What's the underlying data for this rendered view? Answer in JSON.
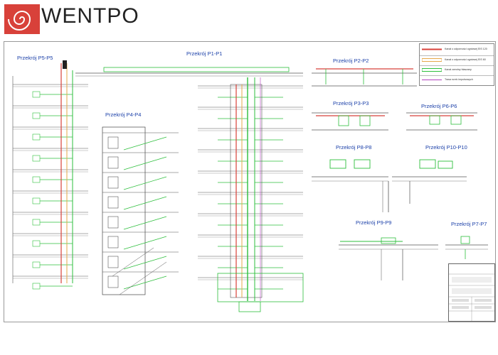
{
  "brand": {
    "name": "WENTPO",
    "color_accent": "#d8413a"
  },
  "sections": [
    {
      "id": "p5",
      "title": "Przekrój P5-P5"
    },
    {
      "id": "p1",
      "title": "Przekrój P1-P1"
    },
    {
      "id": "p4",
      "title": "Przekrój P4-P4"
    },
    {
      "id": "p2",
      "title": "Przekrój P2-P2"
    },
    {
      "id": "p3",
      "title": "Przekrój P3-P3"
    },
    {
      "id": "p6",
      "title": "Przekrój P6-P6"
    },
    {
      "id": "p8",
      "title": "Przekrój P8-P8"
    },
    {
      "id": "p10",
      "title": "Przekrój P10-P10"
    },
    {
      "id": "p9",
      "title": "Przekrój P9-P9"
    },
    {
      "id": "p7",
      "title": "Przekrój P7-P7"
    }
  ],
  "legend": {
    "items": [
      {
        "label": "Kanał o odporności ogniowej EIS 120",
        "color": "#d8413a"
      },
      {
        "label": "Kanał o odporności ogniowej EIS 60",
        "color": "#e6a84a"
      },
      {
        "label": "Kanał zwrotny blaszany",
        "color": "#2dbf3c"
      },
      {
        "label": "Trasa rurek impulsowych",
        "color": "#b23fbf"
      }
    ]
  },
  "colors": {
    "duct_green": "#27c43a",
    "riser_red": "#d8413a",
    "riser_orange": "#e6a84a",
    "structure": "#555555",
    "annotation": "#1a3fa8",
    "impulse": "#b23fbf"
  }
}
